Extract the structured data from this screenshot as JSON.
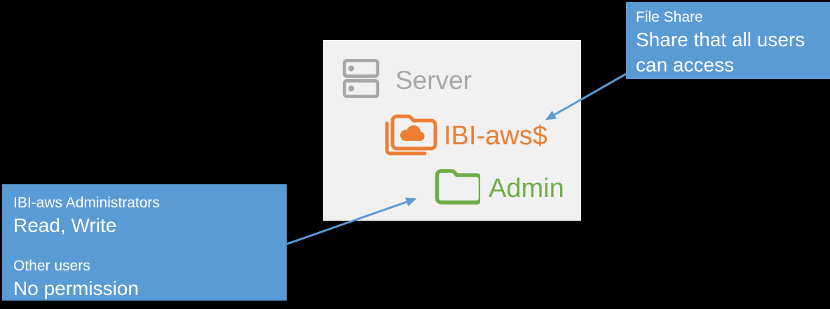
{
  "colors": {
    "canvas_bg": "#000000",
    "panel_bg": "#F1F1F2",
    "callout_bg": "#5B9BD5",
    "arrow_blue": "#5B9BD5",
    "icon_gray": "#A6A6A6",
    "server_text_gray": "#A8A8A8",
    "orange": "#ED7D31",
    "green": "#70AD47",
    "text_white": "#FFFFFF"
  },
  "panel": {
    "server_label": "Server",
    "file_share": {
      "label": "IBI-aws$",
      "icon": "shared-cloud-folder-icon"
    },
    "admin_folder": {
      "label": "Admin",
      "icon": "folder-icon"
    },
    "server_icon": "server-icon"
  },
  "callouts": {
    "file_share": {
      "title": "File Share",
      "body": "Share that all users can access"
    },
    "permissions": {
      "admins_group": "IBI-aws Administrators",
      "admins_rights": "Read, Write",
      "others_group": "Other users",
      "others_rights": "No permission"
    }
  }
}
